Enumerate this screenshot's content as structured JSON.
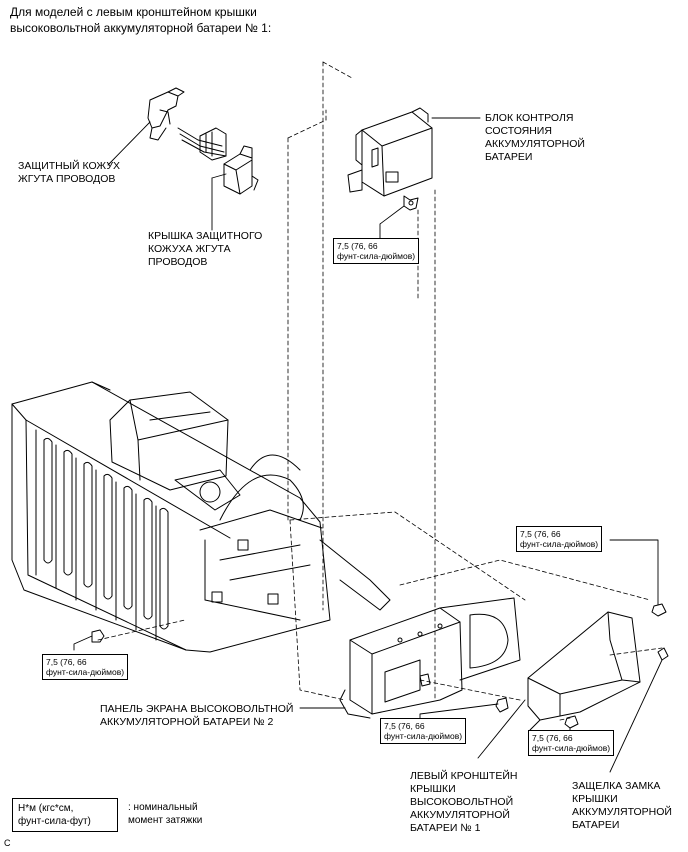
{
  "title": {
    "line1": "Для моделей с левым кронштейном крышки",
    "line2": "высоковольтной аккумуляторной батареи № 1:"
  },
  "labels": {
    "harness_protector": [
      "ЗАЩИТНЫЙ КОЖУХ",
      "ЖГУТА ПРОВОДОВ"
    ],
    "harness_cover": [
      "КРЫШКА ЗАЩИТНОГО",
      "КОЖУХА ЖГУТА",
      "ПРОВОДОВ"
    ],
    "monitor_unit": [
      "БЛОК КОНТРОЛЯ",
      "СОСТОЯНИЯ",
      "АККУМУЛЯТОРНОЙ",
      "БАТАРЕИ"
    ],
    "screen_panel": [
      "ПАНЕЛЬ ЭКРАНА ВЫСОКОВОЛЬТНОЙ",
      "АККУМУЛЯТОРНОЙ БАТАРЕИ № 2"
    ],
    "left_bracket": [
      "ЛЕВЫЙ КРОНШТЕЙН",
      "КРЫШКИ",
      "ВЫСОКОВОЛЬТНОЙ",
      "АККУМУЛЯТОРНОЙ",
      "БАТАРЕИ № 1"
    ],
    "latch": [
      "ЗАЩЕЛКА ЗАМКА",
      "КРЫШКИ",
      "АККУМУЛЯТОРНОЙ",
      "БАТАРЕИ"
    ]
  },
  "torque": {
    "value": "7,5 (76, 66",
    "unit": "фунт-сила-дюймов)"
  },
  "legend": {
    "box_line1": "Н*м (кгс*см,",
    "box_line2": "фунт-сила-фут)",
    "desc_line1": ": номинальный",
    "desc_line2": "момент затяжки"
  },
  "corner_mark": "C"
}
